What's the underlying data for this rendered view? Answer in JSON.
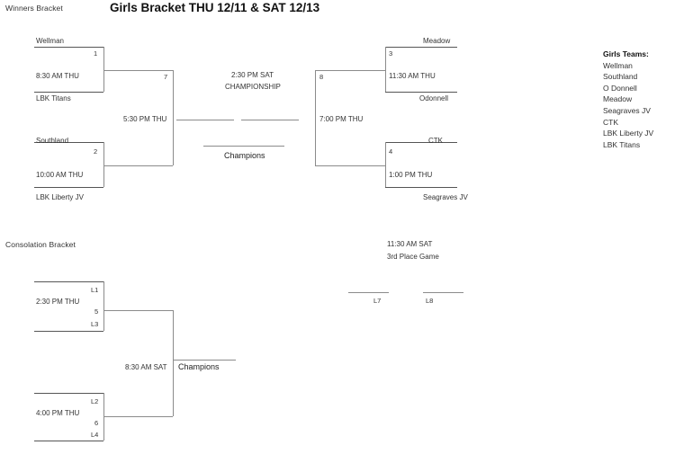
{
  "page": {
    "winners_label": "Winners Bracket",
    "title": "Girls Bracket THU 12/11 & SAT 12/13",
    "consolation_label": "Consolation Bracket"
  },
  "winners_bracket": {
    "round1": [
      {
        "seed": "1",
        "top_team": "Wellman",
        "bottom_team": "LBK Titans",
        "time": "8:30 AM THU"
      },
      {
        "seed": "2",
        "top_team": "Southland",
        "bottom_team": "LBK Liberty JV",
        "time": "10:00 AM THU"
      },
      {
        "seed": "3",
        "top_team": "Meadow",
        "bottom_team": "Odonnell",
        "time": "11:30 AM THU"
      },
      {
        "seed": "4",
        "top_team": "CTK",
        "bottom_team": "Seagraves JV",
        "time": "1:00 PM THU"
      }
    ],
    "round2": [
      {
        "seed": "7",
        "time": "5:30 PM THU"
      },
      {
        "seed": "8",
        "time": "7:00 PM THU"
      }
    ],
    "final": {
      "time": "2:30 PM SAT",
      "name": "CHAMPIONSHIP",
      "winner_label": "Champions"
    }
  },
  "consolation_bracket": {
    "round1": [
      {
        "seed": "5",
        "top_slot": "L1",
        "bottom_slot": "L3",
        "time": "2:30 PM THU"
      },
      {
        "seed": "6",
        "top_slot": "L2",
        "bottom_slot": "L4",
        "time": "4:00 PM THU"
      }
    ],
    "final": {
      "time": "8:30 AM SAT",
      "winner_label": "Champions"
    }
  },
  "third_place_game": {
    "time": "11:30 AM SAT",
    "name": "3rd Place Game",
    "slot_left": "L7",
    "slot_right": "L8"
  },
  "teams_panel": {
    "heading": "Girls Teams:",
    "teams": [
      "Wellman",
      "Southland",
      "O Donnell",
      "Meadow",
      "Seagraves JV",
      "CTK",
      "LBK Liberty JV",
      "LBK Titans"
    ]
  }
}
